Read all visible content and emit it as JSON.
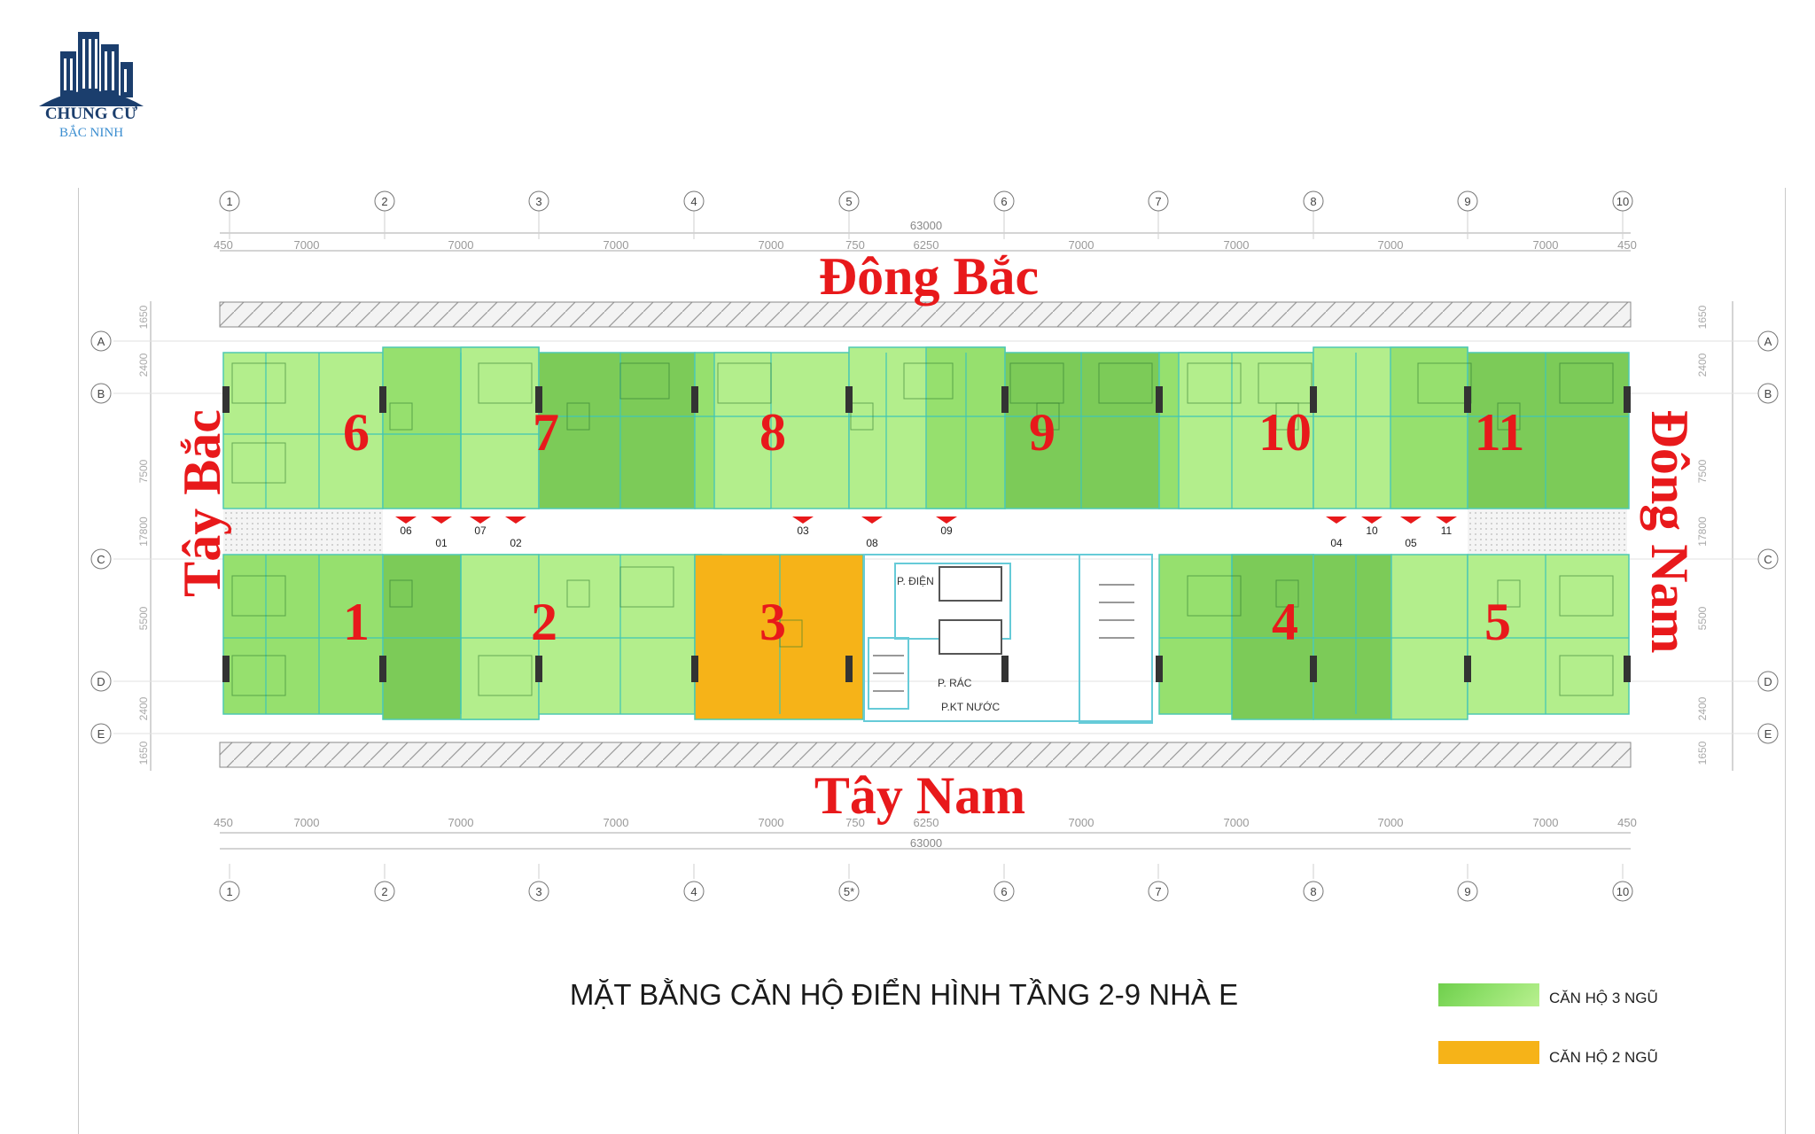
{
  "logo": {
    "line1": "CHUNG CƯ",
    "line2": "BẮC NINH"
  },
  "directions": {
    "top": "Đông Bắc",
    "bottom": "Tây Nam",
    "left": "Tây Bắc",
    "right": "Đông Nam"
  },
  "grid_axes": [
    "1",
    "2",
    "3",
    "4",
    "5",
    "6",
    "7",
    "8",
    "9",
    "10"
  ],
  "grid_axis_5_bottom": "5*",
  "grid_rows": [
    "A",
    "B",
    "C",
    "D",
    "E"
  ],
  "dimensions": {
    "total": "63000",
    "top_segments": [
      "450",
      "7000",
      "7000",
      "7000",
      "7000",
      "750",
      "6250",
      "7000",
      "7000",
      "7000",
      "7000",
      "450"
    ],
    "bottom_segments": [
      "450",
      "7000",
      "7000",
      "7000",
      "7000",
      "750",
      "6250",
      "7000",
      "7000",
      "7000",
      "7000",
      "450"
    ],
    "side_segments": [
      "1650",
      "2400",
      "7500",
      "17800",
      "5500",
      "2400",
      "1650"
    ]
  },
  "unit_numbers": {
    "u1": "1",
    "u2": "2",
    "u3": "3",
    "u4": "4",
    "u5": "5",
    "u6": "6",
    "u7": "7",
    "u8": "8",
    "u9": "9",
    "u10": "10",
    "u11": "11"
  },
  "door_tags": [
    "06",
    "01",
    "07",
    "02",
    "03",
    "08",
    "09",
    "04",
    "10",
    "05",
    "11"
  ],
  "rooms": {
    "electrical": "P. ĐIỆN",
    "garbage": "P. RÁC",
    "water": "P.KT NƯỚC"
  },
  "caption": "MẶT BẰNG CĂN HỘ ĐIỂN HÌNH TẦNG 2-9 NHÀ E",
  "legend": {
    "three_bed": {
      "label": "CĂN HỘ 3 NGŨ",
      "color": "#8fe06a"
    },
    "two_bed": {
      "label": "CĂN HỘ 2 NGŨ",
      "color": "#f6b318"
    }
  },
  "colors": {
    "green_light": "#b3ee8c",
    "green_mid": "#96e06e",
    "green_dark": "#7ccb58",
    "orange": "#f6b318",
    "red": "#e8191b"
  }
}
